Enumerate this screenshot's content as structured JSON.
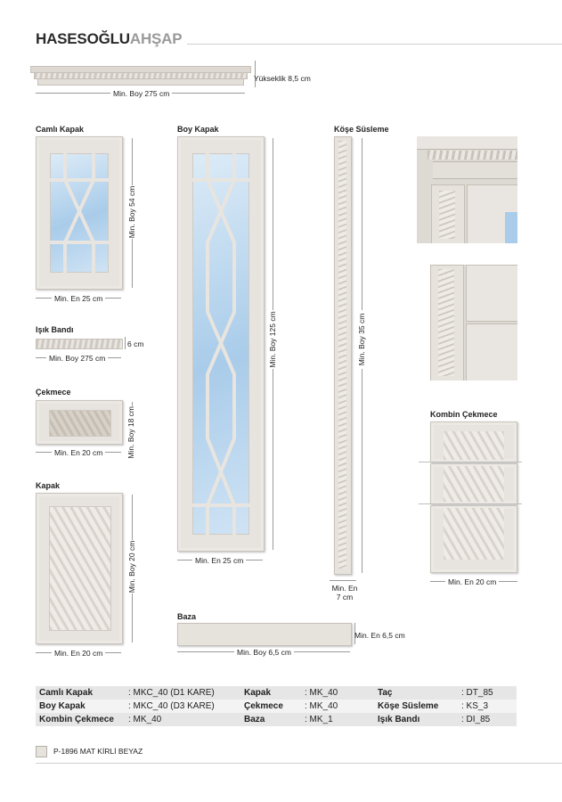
{
  "brand": {
    "bold": "HASESOĞLU",
    "light": "AHŞAP"
  },
  "items": {
    "tac": {
      "height": "Yükseklik 8,5 cm",
      "length": "Min. Boy 275 cm"
    },
    "camli": {
      "title": "Camlı Kapak",
      "height": "Min. Boy 54 cm",
      "width": "Min. En 25 cm"
    },
    "boy": {
      "title": "Boy Kapak",
      "height": "Min. Boy 125 cm",
      "width": "Min. En 25 cm"
    },
    "kose": {
      "title": "Köşe Süsleme",
      "height": "Min. Boy 35 cm",
      "width": "Min. En\n7 cm"
    },
    "isik": {
      "title": "Işık Bandı",
      "height": "6 cm",
      "length": "Min. Boy 275 cm"
    },
    "cekmece": {
      "title": "Çekmece",
      "height": "Min. Boy 18 cm",
      "width": "Min. En 20 cm"
    },
    "kapak": {
      "title": "Kapak",
      "height": "Min. Boy 20 cm",
      "width": "Min. En 20 cm"
    },
    "kombin": {
      "title": "Kombin Çekmece",
      "width": "Min. En 20 cm"
    },
    "baza": {
      "title": "Baza",
      "height": "Min. En 6,5 cm",
      "length": "Min. Boy 6,5 cm"
    }
  },
  "specs": [
    [
      "Camlı Kapak",
      ": MKC_40 (D1 KARE)",
      "Kapak",
      ": MK_40",
      "Taç",
      ": DT_85"
    ],
    [
      "Boy Kapak",
      ": MKC_40 (D3 KARE)",
      "Çekmece",
      ": MK_40",
      "Köşe Süsleme",
      ": KS_3"
    ],
    [
      "Kombin Çekmece",
      ": MK_40",
      "Baza",
      ": MK_1",
      "Işık Bandı",
      ": DI_85"
    ]
  ],
  "color": {
    "name": "P-1896 MAT KİRLİ BEYAZ",
    "swatch": "#e6e2dc"
  }
}
